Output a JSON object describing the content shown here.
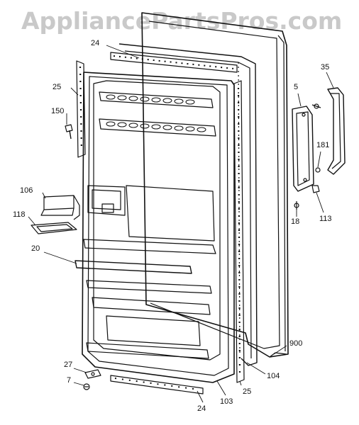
{
  "watermark": "AppliancePartsPros.com",
  "callouts": {
    "c24_top": "24",
    "c25_left": "25",
    "c150": "150",
    "c106": "106",
    "c118": "118",
    "c20": "20",
    "c27": "27",
    "c7": "7",
    "c24_bottom": "24",
    "c103": "103",
    "c25_bottom": "25",
    "c104": "104",
    "c900": "900",
    "c5": "5",
    "c35": "35",
    "c181": "181",
    "c18": "18",
    "c113": "113"
  }
}
